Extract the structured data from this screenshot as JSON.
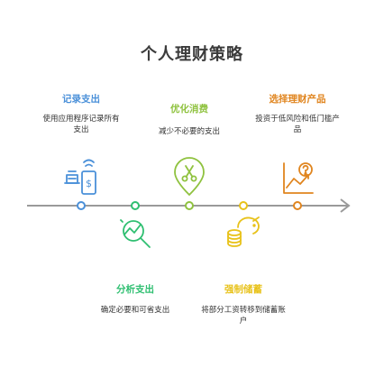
{
  "title": "个人理财策略",
  "steps": [
    {
      "title": "记录支出",
      "desc": "使用应用程序记录所有支出",
      "color": "#4a90d9",
      "icon": "phone-dollar-icon"
    },
    {
      "title": "分析支出",
      "desc": "确定必要和可省支出",
      "color": "#2fbf71",
      "icon": "chart-magnifier-icon"
    },
    {
      "title": "优化消费",
      "desc": "减少不必要的支出",
      "color": "#8fc23f",
      "icon": "scissors-pin-icon"
    },
    {
      "title": "强制储蓄",
      "desc": "将部分工资转移到储蓄账户",
      "color": "#e8c21a",
      "icon": "piggy-bank-icon"
    },
    {
      "title": "选择理财产品",
      "desc": "投资于低风险和低门槛产品",
      "color": "#e0851f",
      "icon": "growth-chart-icon"
    }
  ]
}
